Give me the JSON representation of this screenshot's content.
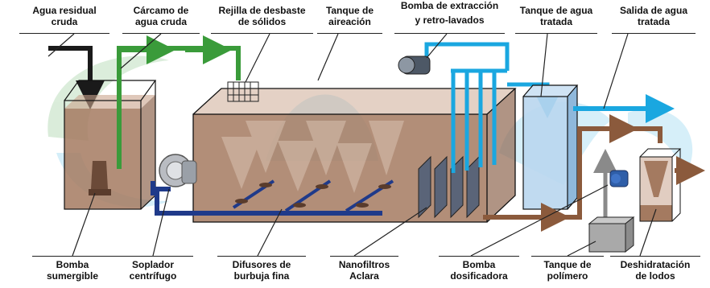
{
  "labels_top": [
    {
      "id": "agua-residual",
      "l1": "Agua residual",
      "l2": "cruda"
    },
    {
      "id": "carcamo",
      "l1": "Cárcamo de",
      "l2": "agua cruda"
    },
    {
      "id": "rejilla",
      "l1": "Rejilla de desbaste",
      "l2": "de sólidos"
    },
    {
      "id": "tanque-aireacion",
      "l1": "Tanque de",
      "l2": "aireación"
    },
    {
      "id": "bomba-extraccion",
      "l1": "Bomba de extracción",
      "l2": "y retro-lavados"
    },
    {
      "id": "tanque-tratada",
      "l1": "Tanque de agua",
      "l2": "tratada"
    },
    {
      "id": "salida",
      "l1": "Salida de agua",
      "l2": "tratada"
    }
  ],
  "labels_bottom": [
    {
      "id": "bomba-sumergible",
      "l1": "Bomba",
      "l2": "sumergible"
    },
    {
      "id": "soplador",
      "l1": "Soplador",
      "l2": "centrífugo"
    },
    {
      "id": "difusores",
      "l1": "Difusores de",
      "l2": "burbuja fina"
    },
    {
      "id": "nanofiltros",
      "l1": "Nanofiltros",
      "l2": "Aclara"
    },
    {
      "id": "bomba-dosificadora",
      "l1": "Bomba",
      "l2": "dosificadora"
    },
    {
      "id": "tanque-polimero",
      "l1": "Tanque de",
      "l2": "polímero"
    },
    {
      "id": "deshidratacion",
      "l1": "Deshidratación",
      "l2": "de lodos"
    }
  ],
  "colors": {
    "raw_water_pipe": "#1a1a1a",
    "pump_pipe": "#3a9b3a",
    "air_pipe": "#1f3a8a",
    "treated_water_pipe": "#1aa7e0",
    "sludge_pipe": "#8b5a3c",
    "polymer_pipe": "#8a8a8a",
    "wastewater": "#a47a60",
    "treated_water": "#b9d6ee"
  }
}
